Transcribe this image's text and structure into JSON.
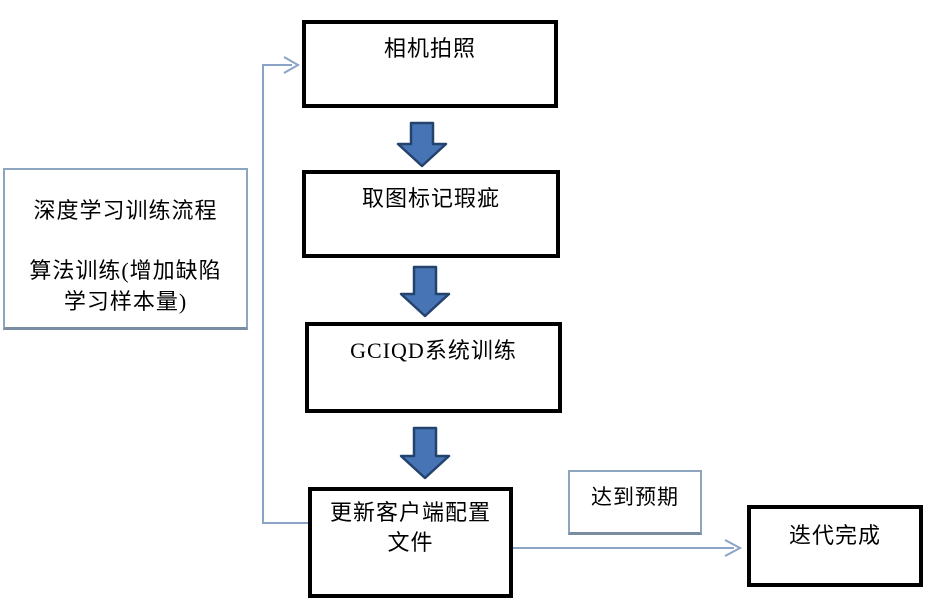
{
  "flowchart": {
    "steps": {
      "camera": "相机拍照",
      "mark": "取图标记瑕疵",
      "train": "GCIQD系统训练",
      "update": "更新客户端配置文件"
    },
    "side_note": {
      "line1": "深度学习训练流程",
      "line2": "算法训练(增加缺陷",
      "line3": "学习样本量)"
    },
    "branch_label": "达到预期",
    "end_node": "迭代完成",
    "colors": {
      "step_border": "#000000",
      "note_border": "#8ea5bf",
      "connector_line": "#8ba3c7",
      "block_arrow_fill": "#4674b4",
      "block_arrow_stroke": "#24426e",
      "background": "#ffffff",
      "text": "#000000"
    }
  }
}
